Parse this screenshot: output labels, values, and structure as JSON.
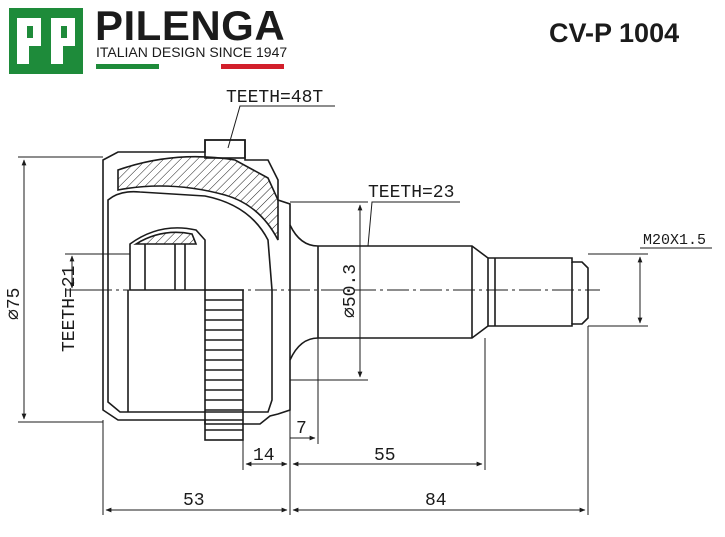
{
  "brand": {
    "name": "PILENGA",
    "tagline": "ITALIAN DESIGN SINCE 1947",
    "flag_colors": [
      "#1e8b3a",
      "#ffffff",
      "#d21f2b"
    ],
    "logo_color": "#1e8b3a"
  },
  "part_number": "CV-P 1004",
  "labels": {
    "teeth_outer": "TEETH=48T",
    "teeth_shaft": "TEETH=23",
    "teeth_inner": "TEETH=21",
    "thread": "M20X1.5",
    "outer_diameter": "⌀75",
    "shaft_diameter": "⌀50.3",
    "dim_14": "14",
    "dim_7": "7",
    "dim_55": "55",
    "dim_53": "53",
    "dim_84": "84"
  }
}
